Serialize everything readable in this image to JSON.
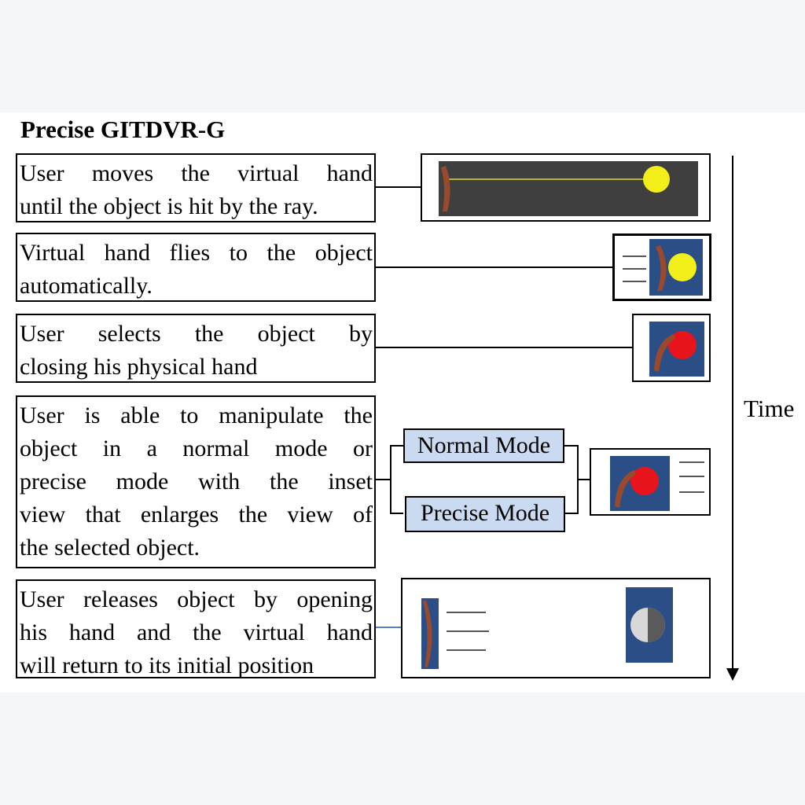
{
  "title": "Precise GITDVR-G",
  "steps": [
    {
      "lines": [
        "User moves the virtual hand",
        "until the object is hit by the ray."
      ]
    },
    {
      "lines": [
        "Virtual hand flies to the object",
        "automatically."
      ]
    },
    {
      "lines": [
        "User selects the object by",
        "closing his physical hand"
      ]
    },
    {
      "lines": [
        "User is able to manipulate the",
        "object in a normal mode or",
        "precise mode with the inset",
        "view that enlarges the view of",
        "the selected object."
      ]
    },
    {
      "lines": [
        "User releases object by opening",
        "his hand and the virtual hand",
        "will return to its initial position"
      ]
    }
  ],
  "modes": {
    "normal": "Normal Mode",
    "precise": "Precise Mode"
  },
  "timeline": {
    "label": "Time"
  },
  "colors": {
    "ball_yellow": "#f2ee1a",
    "ball_red": "#e8141c",
    "scene_blue": "#2b4e86",
    "scene_dark": "#3f3f3f",
    "hand_brown": "#9a4a2c",
    "mode_fill": "#c9daf1"
  }
}
